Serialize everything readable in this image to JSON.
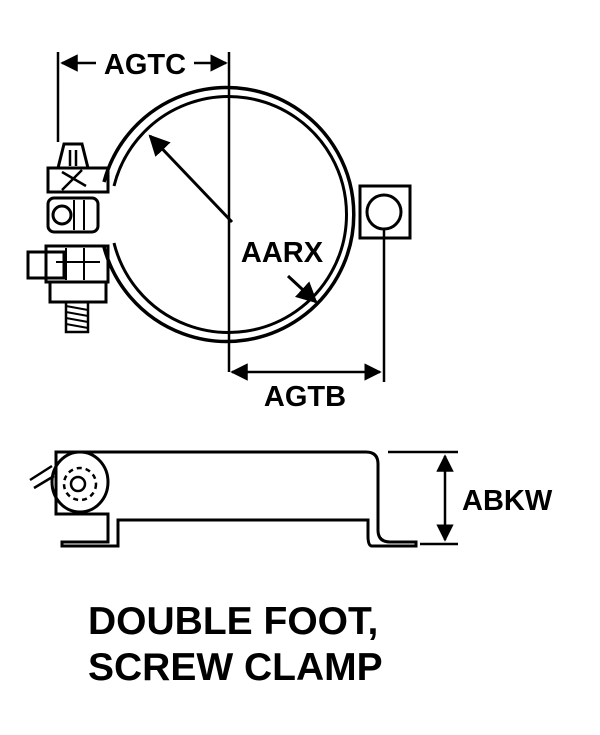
{
  "dimensions": {
    "agtc": "AGTC",
    "aarx": "AARX",
    "agtb": "AGTB",
    "abkw": "ABKW"
  },
  "title": {
    "line1": "DOUBLE FOOT,",
    "line2": "SCREW CLAMP"
  },
  "colors": {
    "ink": "#000000",
    "background": "#ffffff"
  }
}
